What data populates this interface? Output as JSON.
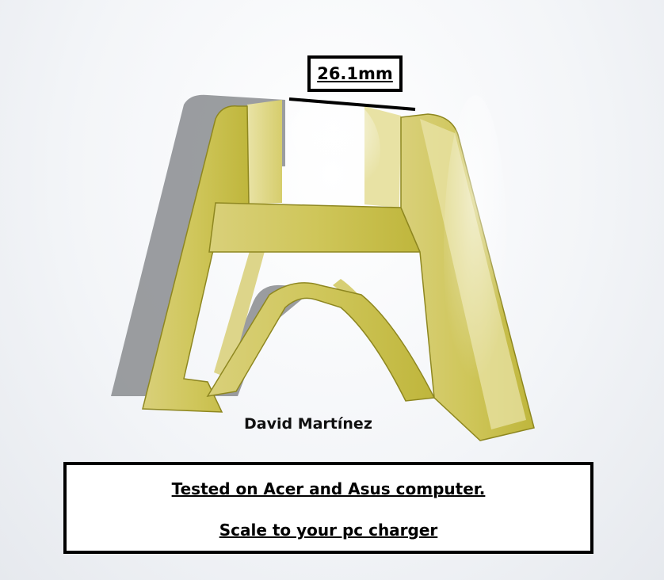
{
  "dimension": {
    "label": "26.1mm"
  },
  "model": {
    "author": "David Martínez",
    "body_color": "#b9b12a"
  },
  "notes": {
    "line1": "Tested on Acer and Asus computer.",
    "line2": "Scale to your pc charger"
  }
}
